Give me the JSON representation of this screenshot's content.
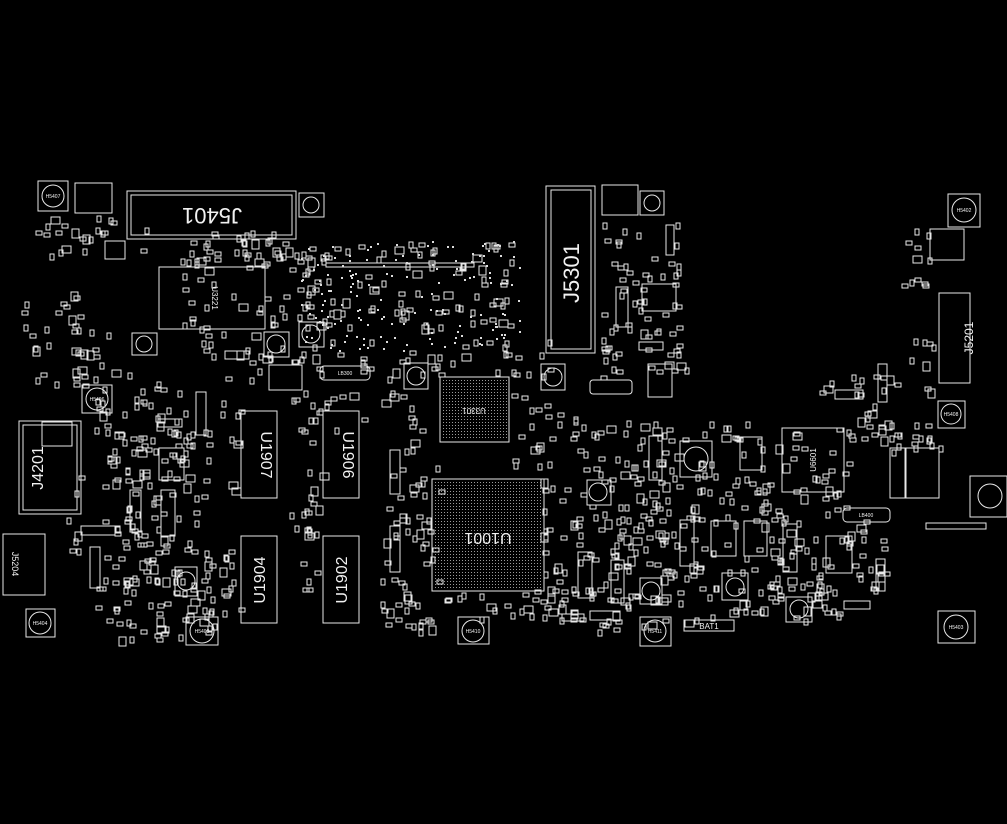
{
  "colors": {
    "background": "#000000",
    "trace": "#e8e8e8"
  },
  "labels": {
    "j5401": "J5401",
    "j5301": "J5301",
    "j4201": "J4201",
    "j5201": "J5201",
    "j5204": "J5204",
    "u1001": "U1001",
    "u3301": "U3301",
    "u6601": "U6601",
    "u3221": "U3221",
    "u1907": "U1907",
    "u1906": "U1906",
    "u1904": "U1904",
    "u1902": "U1902",
    "bat1": "BAT1",
    "lb300": "LB300",
    "lb400": "LB400",
    "h5407": "H5407",
    "h5402": "H5402",
    "h5408": "H5408",
    "h5403": "H5403",
    "h5409": "H5409",
    "h5410": "H5410",
    "h5411": "H5411",
    "h5404": "H5404",
    "h5406": "H5406",
    "u3301b": "U3301"
  }
}
